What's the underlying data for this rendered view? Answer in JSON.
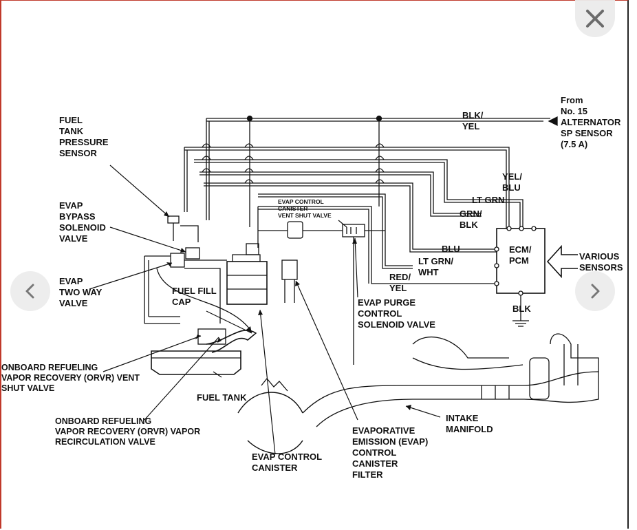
{
  "controls": {
    "close_icon": "close-icon",
    "prev_icon": "chevron-left-icon",
    "next_icon": "chevron-right-icon"
  },
  "labels": {
    "fuel_tank_pressure_sensor": "FUEL\nTANK\nPRESSURE\nSENSOR",
    "evap_bypass_solenoid_valve": "EVAP\nBYPASS\nSOLENOID\nVALVE",
    "evap_two_way_valve": "EVAP\nTWO WAY\nVALVE",
    "fuel_fill_cap": "FUEL FILL\nCAP",
    "orvr_vent_shut_valve": "ONBOARD REFUELING\nVAPOR RECOVERY (ORVR) VENT\nSHUT VALVE",
    "fuel_tank": "FUEL TANK",
    "orvr_vapor_recirculation_valve": "ONBOARD REFUELING\nVAPOR RECOVERY (ORVR) VAPOR\nRECIRCULATION VALVE",
    "evap_control_canister": "EVAP CONTROL\nCANISTER",
    "evap_control_canister_vent_shut_valve": "EVAP CONTROL\nCANISTER\nVENT SHUT VALVE",
    "evap_purge_control_solenoid_valve": "EVAP PURGE\nCONTROL\nSOLENOID VALVE",
    "evap_canister_filter": "EVAPORATIVE\nEMISSION (EVAP)\nCONTROL\nCANISTER\nFILTER",
    "intake_manifold": "INTAKE\nMANIFOLD",
    "from_alternator": "From\nNo. 15\nALTERNATOR\nSP SENSOR\n(7.5 A)",
    "blk_yel": "BLK/\nYEL",
    "yel_blu": "YEL/\nBLU",
    "lt_grn": "LT GRN",
    "grn_blk": "GRN/\nBLK",
    "blu": "BLU",
    "lt_grn_wht": "LT GRN/\nWHT",
    "red_yel": "RED/\nYEL",
    "ecm_pcm": "ECM/\nPCM",
    "blk": "BLK",
    "various_sensors": "VARIOUS\nSENSORS"
  }
}
